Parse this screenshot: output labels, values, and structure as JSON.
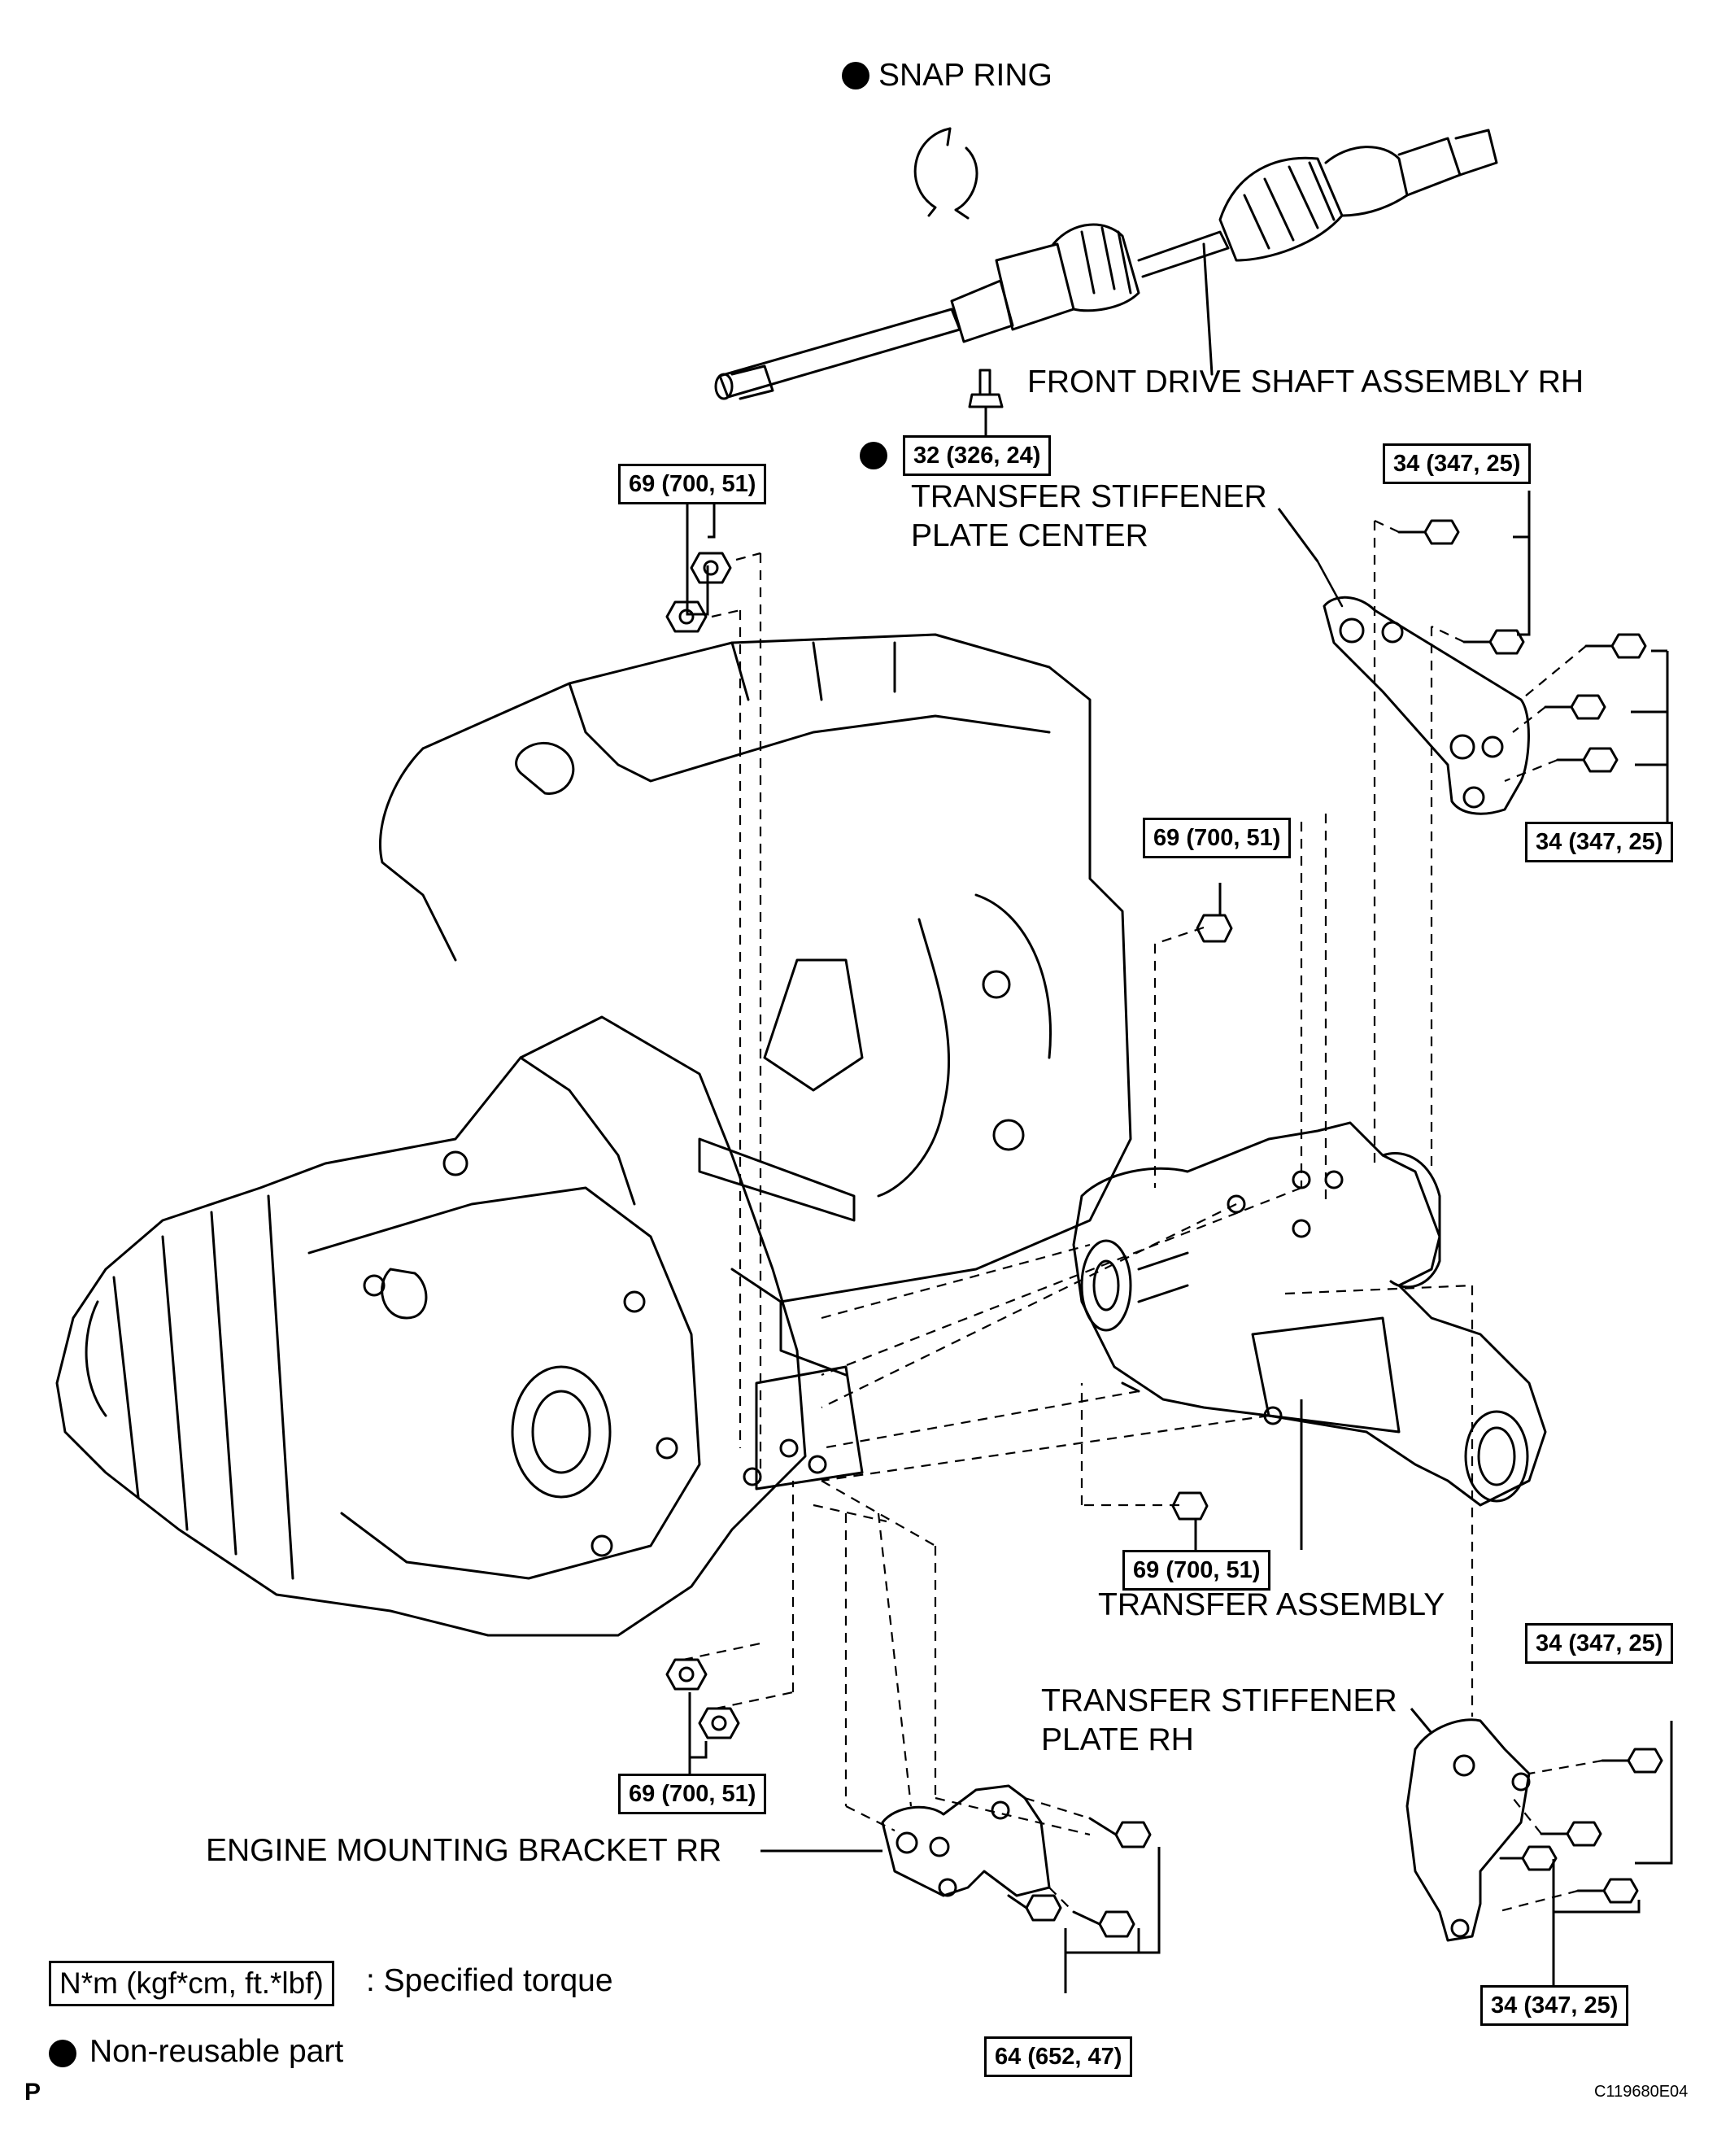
{
  "labels": {
    "snap_ring": "SNAP RING",
    "front_drive_shaft": "FRONT DRIVE SHAFT ASSEMBLY RH",
    "stiffener_center_line1": "TRANSFER STIFFENER",
    "stiffener_center_line2": "PLATE CENTER",
    "transfer_assembly": "TRANSFER ASSEMBLY",
    "stiffener_rh_line1": "TRANSFER STIFFENER",
    "stiffener_rh_line2": "PLATE RH",
    "engine_mounting_bracket": "ENGINE MOUNTING BRACKET RR"
  },
  "torques": {
    "stiffener_center_bolt": "32 (326, 24)",
    "upper_left_nuts": "69 (700, 51)",
    "stiffener_center_top_bolts": "34 (347, 25)",
    "stiffener_center_right_bolts": "34 (347, 25)",
    "transfer_upper_nut": "69 (700, 51)",
    "transfer_lower_nut": "69 (700, 51)",
    "lower_left_nuts": "69 (700, 51)",
    "stiffener_rh_upper_bolts": "34 (347, 25)",
    "stiffener_rh_lower_bolts": "34 (347, 25)",
    "mounting_bracket_bolts": "64 (652, 47)"
  },
  "legend": {
    "torque_unit": "N*m (kgf*cm, ft.*lbf)",
    "torque_desc": ": Specified torque",
    "non_reusable": "Non-reusable part"
  },
  "footer": {
    "page_mark": "P",
    "figure_code": "C119680E04"
  },
  "icons": [
    "non-reusable-dot-icon"
  ]
}
